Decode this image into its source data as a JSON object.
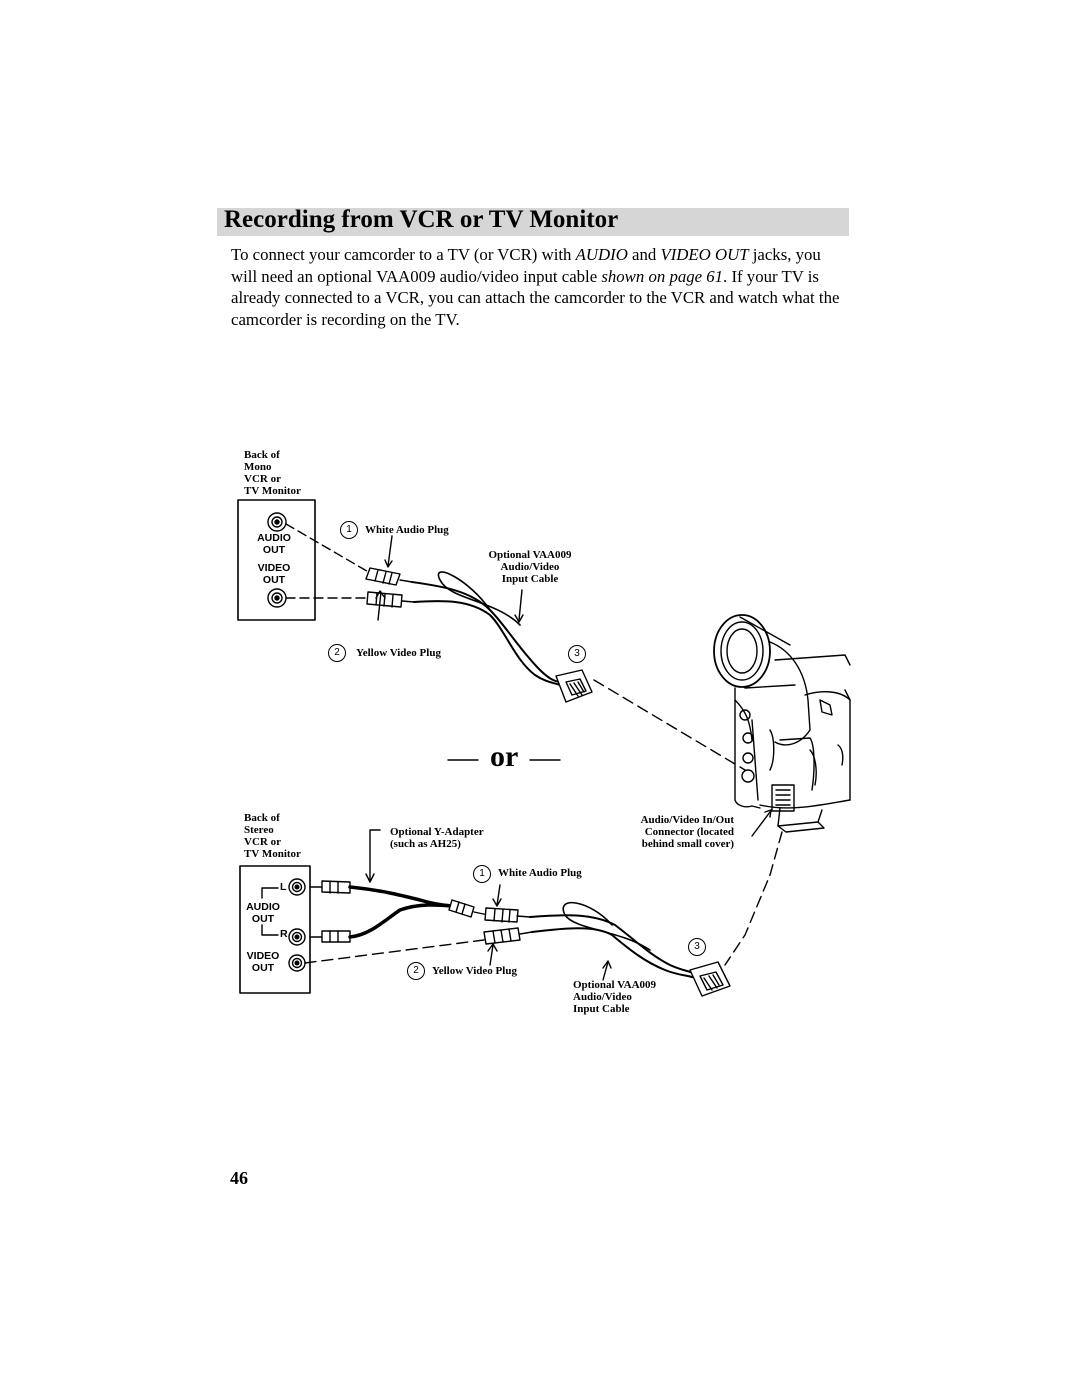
{
  "page": {
    "title": "Recording from VCR or TV Monitor",
    "intro": {
      "p1": "To connect your camcorder to a TV (or VCR) with ",
      "audio": "AUDIO",
      "p2": " and ",
      "video_out": "VIDEO OUT",
      "p3": " jacks, you will need an optional VAA009 audio/video input cable ",
      "shown": "shown on page 61",
      "p4": ". If your TV is already connected to a VCR, you can attach the camcorder to the VCR and watch what the camcorder is recording on the TV."
    },
    "page_number": "46",
    "or_label": "or"
  },
  "mono_diagram": {
    "panel_caption": "Back of\nMono\nVCR  or\nTV Monitor",
    "audio_out": "AUDIO\nOUT",
    "video_out": "VIDEO\nOUT",
    "white_plug_num": "1",
    "white_plug_label": "White Audio Plug",
    "yellow_plug_num": "2",
    "yellow_plug_label": "Yellow Video Plug",
    "cable_label": "Optional VAA009\nAudio/Video\nInput Cable",
    "connector_num": "3"
  },
  "stereo_diagram": {
    "panel_caption": "Back of\nStereo\nVCR or\nTV Monitor",
    "l_label": "L",
    "r_label": "R",
    "audio_out": "AUDIO\nOUT",
    "video_out": "VIDEO\nOUT",
    "adapter_label": "Optional Y-Adapter\n(such as AH25)",
    "white_plug_num": "1",
    "white_plug_label": "White Audio Plug",
    "yellow_plug_num": "2",
    "yellow_plug_label": "Yellow Video Plug",
    "cable_label": "Optional VAA009\nAudio/Video\nInput Cable",
    "connector_num": "3"
  },
  "camcorder": {
    "connector_label": "Audio/Video In/Out\nConnector (located\nbehind small cover)"
  }
}
